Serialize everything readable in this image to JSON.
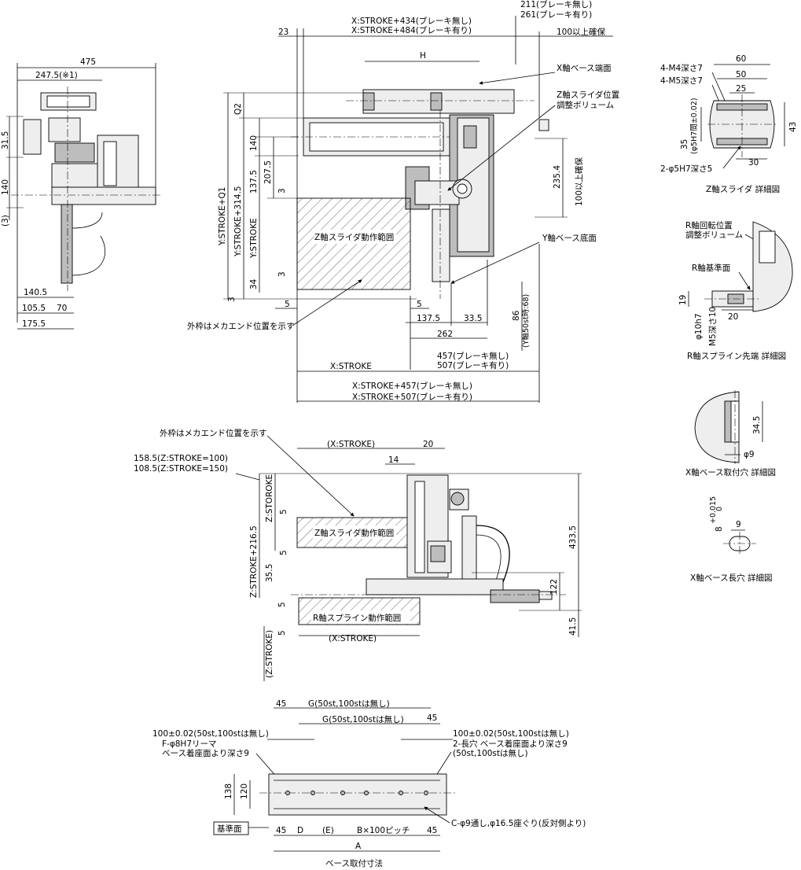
{
  "drawing": {
    "left_view": {
      "dims": [
        "475",
        "247.5(※1)",
        "31.5",
        "140",
        "(3)",
        "140.5",
        "105.5",
        "70",
        "175.5"
      ]
    },
    "top_view": {
      "dims_top": [
        "211(ブレーキ無し)",
        "261(ブレーキ有り)",
        "X:STROKE+434(ブレーキ無し)",
        "X:STROKE+484(ブレーキ有り)",
        "23",
        "100以上確保",
        "H"
      ],
      "dims_left": [
        "Q2",
        "140",
        "Y:STROKE+Q1",
        "Y:STROKE+314.5",
        "207.5",
        "137.5",
        "Y:STROKE",
        "34",
        "3",
        "3",
        "3"
      ],
      "dims_bottom": [
        "5",
        "5",
        "137.5",
        "33.5",
        "262",
        "86",
        "(Y軸50st時:68)",
        "457(ブレーキ無し)",
        "507(ブレーキ有り)",
        "X:STROKE",
        "X:STROKE+457(ブレーキ無し)",
        "X:STROKE+507(ブレーキ有り)"
      ],
      "dims_right": [
        "235.4",
        "100以上確保"
      ],
      "notes": {
        "x_base_end": "X軸ベース端面",
        "z_slider_adjust_1": "Z軸スライダ位置",
        "z_slider_adjust_2": "調整ボリューム",
        "y_base_bottom": "Y軸ベース底面",
        "frame_note": "外枠はメカエンド位置を示す",
        "z_range": "Z軸スライダ動作範囲"
      }
    },
    "front_view": {
      "notes": {
        "frame_note": "外枠はメカエンド位置を示す",
        "z_range": "Z軸スライダ動作範囲",
        "r_range": "R軸スプライン動作範囲"
      },
      "dims": [
        "(X:STROKE)",
        "20",
        "14",
        "158.5(Z:STROKE=100)",
        "108.5(Z:STROKE=150)",
        "Z:STOROKE",
        "5",
        "5",
        "Z:STROKE+216.5",
        "35.5",
        "433.5",
        "122",
        "41.5",
        "5",
        "5",
        "(Z:STROKE)",
        "(X:STROKE)"
      ]
    },
    "base_view": {
      "dims": [
        "45",
        "G(50st,100stは無し)",
        "G(50st,100stは無し)",
        "45",
        "100±0.02(50st,100stは無し)",
        "100±0.02(50st,100stは無し)",
        "138",
        "120",
        "45",
        "D",
        "(E)",
        "B×100ピッチ",
        "45",
        "A"
      ],
      "notes": {
        "reamer_1": "F-φ8H7リーマ",
        "reamer_2": "ベース着座面より深さ9",
        "slot_1": "2-長穴 ベース着座面より深さ9",
        "slot_2": "(50st,100stは無し)",
        "thru": "C-φ9通し,φ16.5座ぐり(反対側より)",
        "ref_face": "基準面"
      },
      "caption": "ベース取付寸法"
    },
    "details": {
      "z_slider": {
        "dims": [
          "60",
          "50",
          "25",
          "4-M4深さ7",
          "4-M5深さ7",
          "35",
          "(φ5H7間±0.02)",
          "43",
          "30",
          "2-φ5H7深さ5"
        ],
        "caption": "Z軸スライダ 詳細図"
      },
      "r_spline": {
        "notes": [
          "R軸回転位置",
          "調整ボリューム",
          "R軸基準面"
        ],
        "dims": [
          "19",
          "φ10h7",
          "M5深さ10",
          "20"
        ],
        "caption": "R軸スプライン先端 詳細図"
      },
      "x_hole": {
        "dims": [
          "34.5",
          "φ9"
        ],
        "caption": "X軸ベース取付穴 詳細図"
      },
      "x_slot": {
        "dims": [
          "8",
          "+0.015",
          "0",
          "9"
        ],
        "caption": "X軸ベース長穴 詳細図"
      }
    }
  }
}
